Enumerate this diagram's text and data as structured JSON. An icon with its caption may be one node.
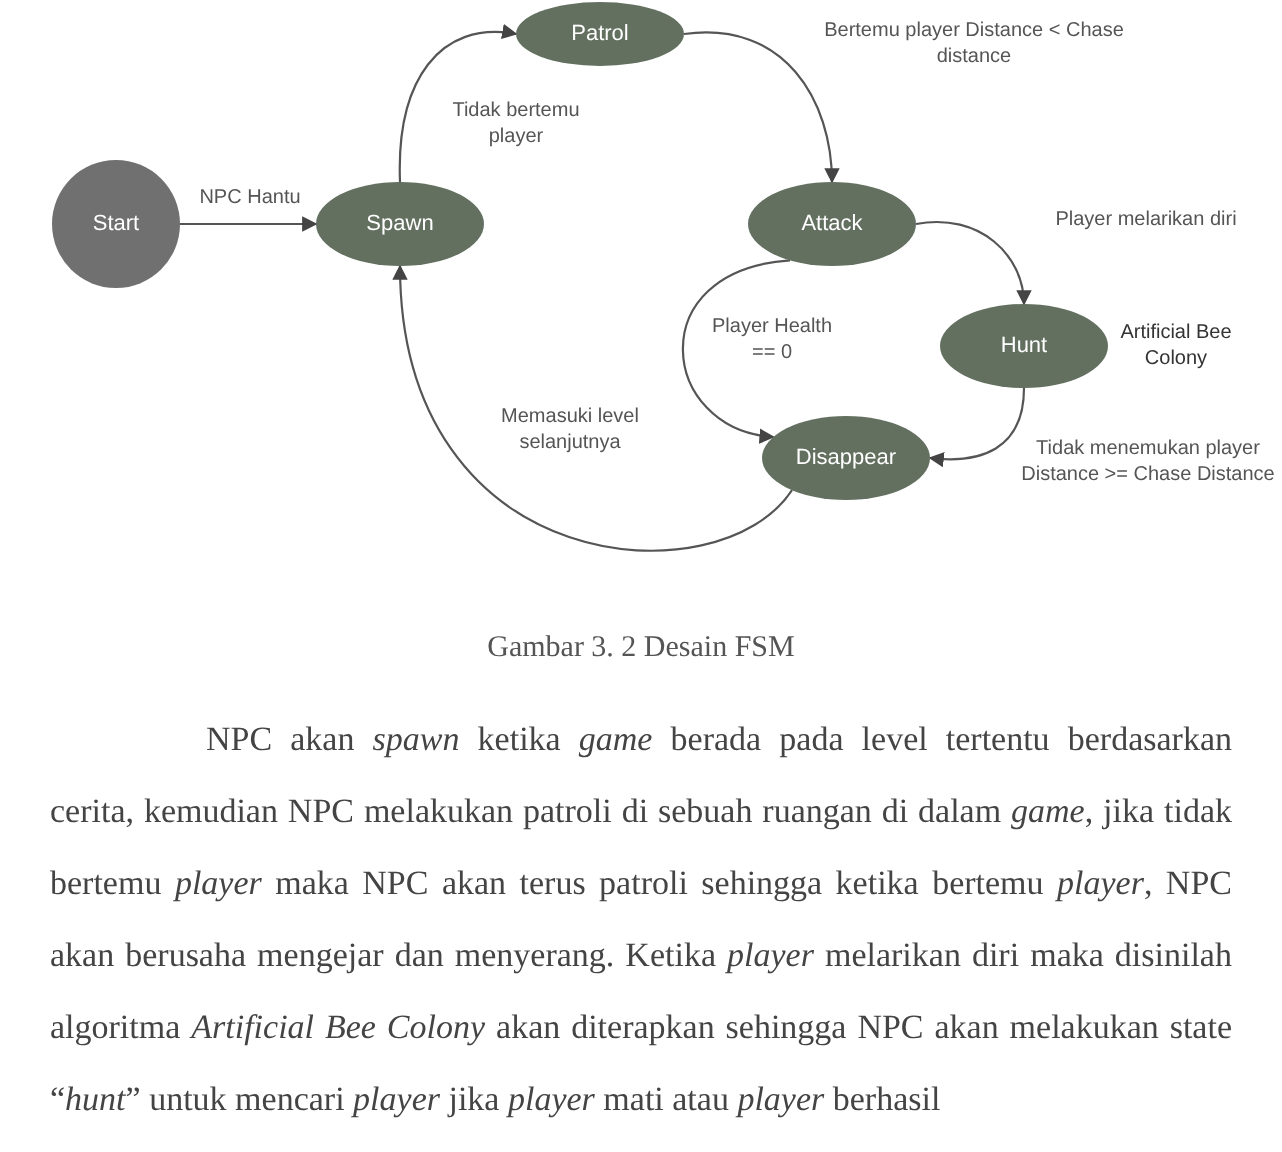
{
  "diagram": {
    "caption": "Gambar 3. 2 Desain FSM",
    "nodes": [
      {
        "text": [
          "Start"
        ]
      },
      {
        "text": [
          "Spawn"
        ]
      },
      {
        "text": [
          "Patrol"
        ]
      },
      {
        "text": [
          "Attack"
        ]
      },
      {
        "text": [
          "Hunt"
        ],
        "beside": [
          "Artificial Bee Colony"
        ]
      },
      {
        "text": [
          "Disappear"
        ]
      }
    ],
    "edges": [
      {
        "from": 0,
        "to": 1,
        "arrow": "to",
        "label": "NPC Hantu"
      },
      {
        "from": 1,
        "to": 2,
        "arrow": "to",
        "label": "Tidak bertemu player"
      },
      {
        "from": 2,
        "to": 3,
        "arrow": "to",
        "label": "Bertemu player Distance < Chase distance"
      },
      {
        "from": 3,
        "to": 4,
        "arrow": "to",
        "label": "Player melarikan diri"
      },
      {
        "from": 3,
        "to": 5,
        "arrow": "to",
        "label": "Player Health == 0"
      },
      {
        "from": 4,
        "to": 5,
        "arrow": "to",
        "label": "Tidak menemukan player Distance >= Chase Distance"
      },
      {
        "from": 5,
        "to": 1,
        "arrow": "to",
        "label": "Memasuki level selanjutnya"
      }
    ],
    "labels": [
      "NPC akan *spawn* ketika *game* berada pada level tertentu berdasarkan cerita, kemudian NPC melakukan patroli di sebuah ruangan di dalam *game*, jika tidak bertemu *player* maka NPC akan terus patroli sehingga ketika bertemu *player*, NPC akan berusaha mengejar dan menyerang. Ketika *player* melarikan diri maka disinilah algoritma *Artificial Bee Colony* akan diterapkan sehingga NPC akan melakukan state “*hunt*” untuk mencari *player* jika *player* mati atau *player* berhasil"
    ]
  }
}
